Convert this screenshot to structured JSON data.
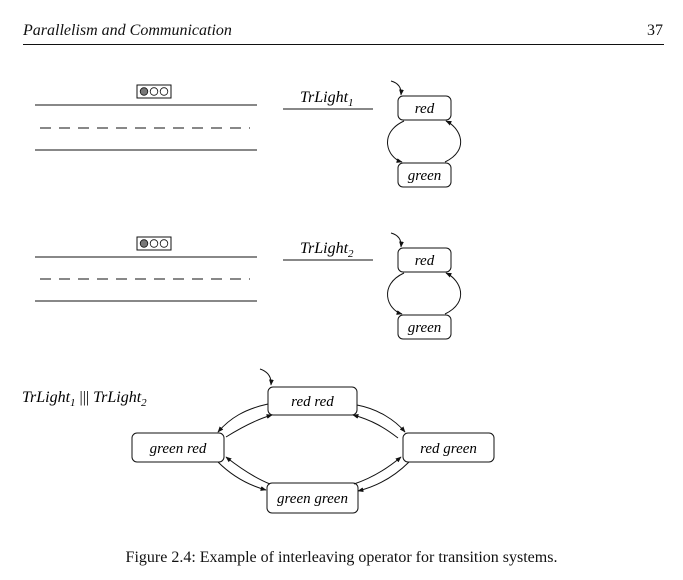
{
  "header": {
    "title": "Parallelism and Communication",
    "page_number": "37"
  },
  "figure": {
    "system1": {
      "label": "TrLight",
      "label_sub": "1",
      "states": {
        "top": "red",
        "bottom": "green"
      }
    },
    "system2": {
      "label": "TrLight",
      "label_sub": "2",
      "states": {
        "top": "red",
        "bottom": "green"
      }
    },
    "composition": {
      "label_a": "TrLight",
      "sub_a": "1",
      "operator": " ||| ",
      "label_b": "TrLight",
      "sub_b": "2",
      "states": {
        "top": "red red",
        "left": "green red",
        "right": "red green",
        "bottom": "green green"
      }
    }
  },
  "caption": "Figure 2.4: Example of interleaving operator for transition systems."
}
